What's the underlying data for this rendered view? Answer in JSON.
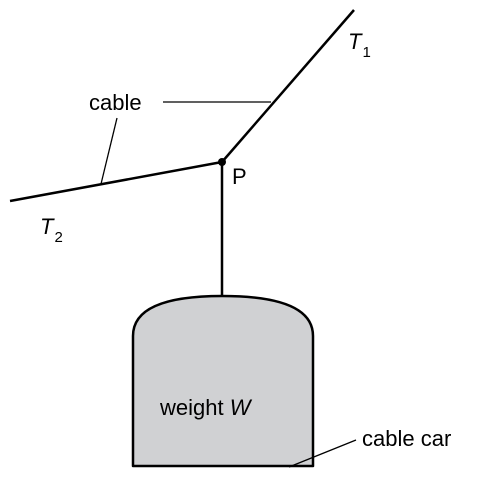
{
  "labels": {
    "cable": "cable",
    "point": "P",
    "tension_1": {
      "symbol": "T",
      "subscript": "1"
    },
    "tension_2": {
      "symbol": "T",
      "subscript": "2"
    },
    "weight_prefix": "weight",
    "weight_symbol": "W",
    "cable_car": "cable car"
  },
  "colors": {
    "line": "#000000",
    "car_fill": "#d0d1d3",
    "background": "#ffffff"
  }
}
